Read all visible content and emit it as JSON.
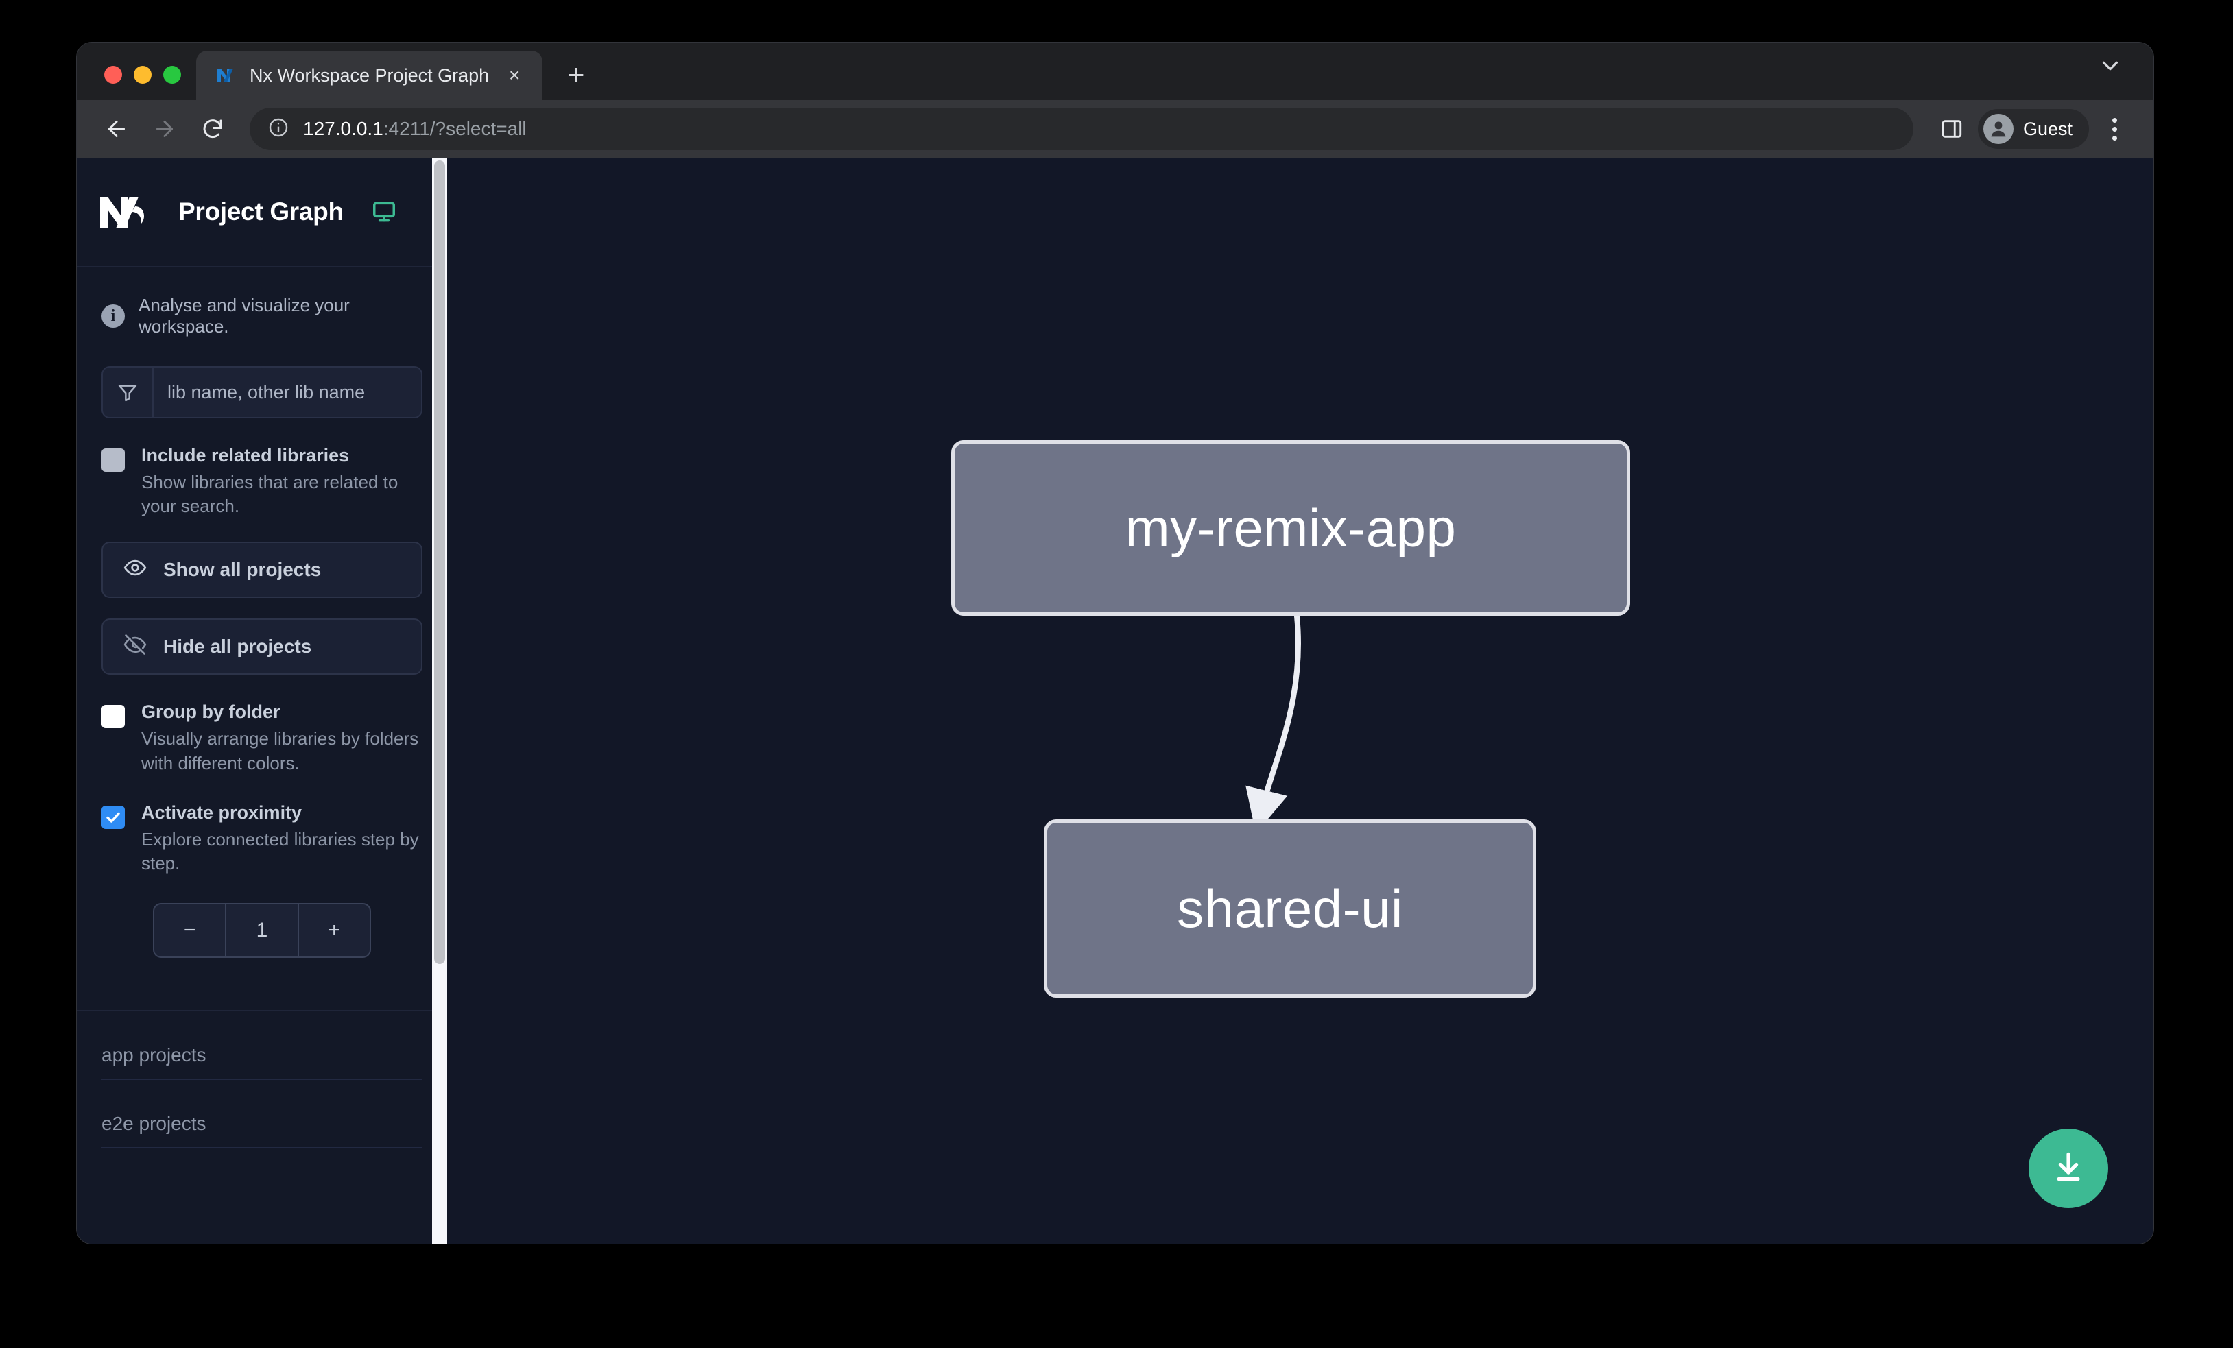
{
  "browser": {
    "tab": {
      "title": "Nx Workspace Project Graph",
      "close_label": "×",
      "favicon_name": "nx-favicon"
    },
    "new_tab_label": "+",
    "omnibox": {
      "host": "127.0.0.1",
      "rest": ":4211/?select=all"
    },
    "profile": {
      "name": "Guest"
    }
  },
  "sidebar": {
    "app_title": "Project Graph",
    "tagline": "Analyse and visualize your workspace.",
    "info_glyph": "i",
    "search": {
      "value": "",
      "placeholder": "lib name, other lib name"
    },
    "options": [
      {
        "label": "Include related libraries",
        "desc": "Show libraries that are related to your search.",
        "state": "muted"
      },
      {
        "label": "Group by folder",
        "desc": "Visually arrange libraries by folders with different colors.",
        "state": "unchecked"
      },
      {
        "label": "Activate proximity",
        "desc": "Explore connected libraries step by step.",
        "state": "checked"
      }
    ],
    "buttons": {
      "show_all": "Show all projects",
      "hide_all": "Hide all projects"
    },
    "stepper": {
      "decrement": "−",
      "value": "1",
      "increment": "+"
    },
    "sections": [
      {
        "label": "app projects"
      },
      {
        "label": "e2e projects"
      }
    ]
  },
  "graph": {
    "nodes": [
      {
        "id": "my-remix-app",
        "label": "my-remix-app"
      },
      {
        "id": "shared-ui",
        "label": "shared-ui"
      }
    ],
    "edges": [
      {
        "from": "my-remix-app",
        "to": "shared-ui"
      }
    ],
    "download_button_label": "download-icon"
  },
  "colors": {
    "accent_green": "#3dba93",
    "checkbox_blue": "#2f8cf4",
    "node_fill": "#6f7488",
    "node_border": "#dfe0e7",
    "canvas_bg": "#121727",
    "sidebar_bg": "#131827"
  }
}
